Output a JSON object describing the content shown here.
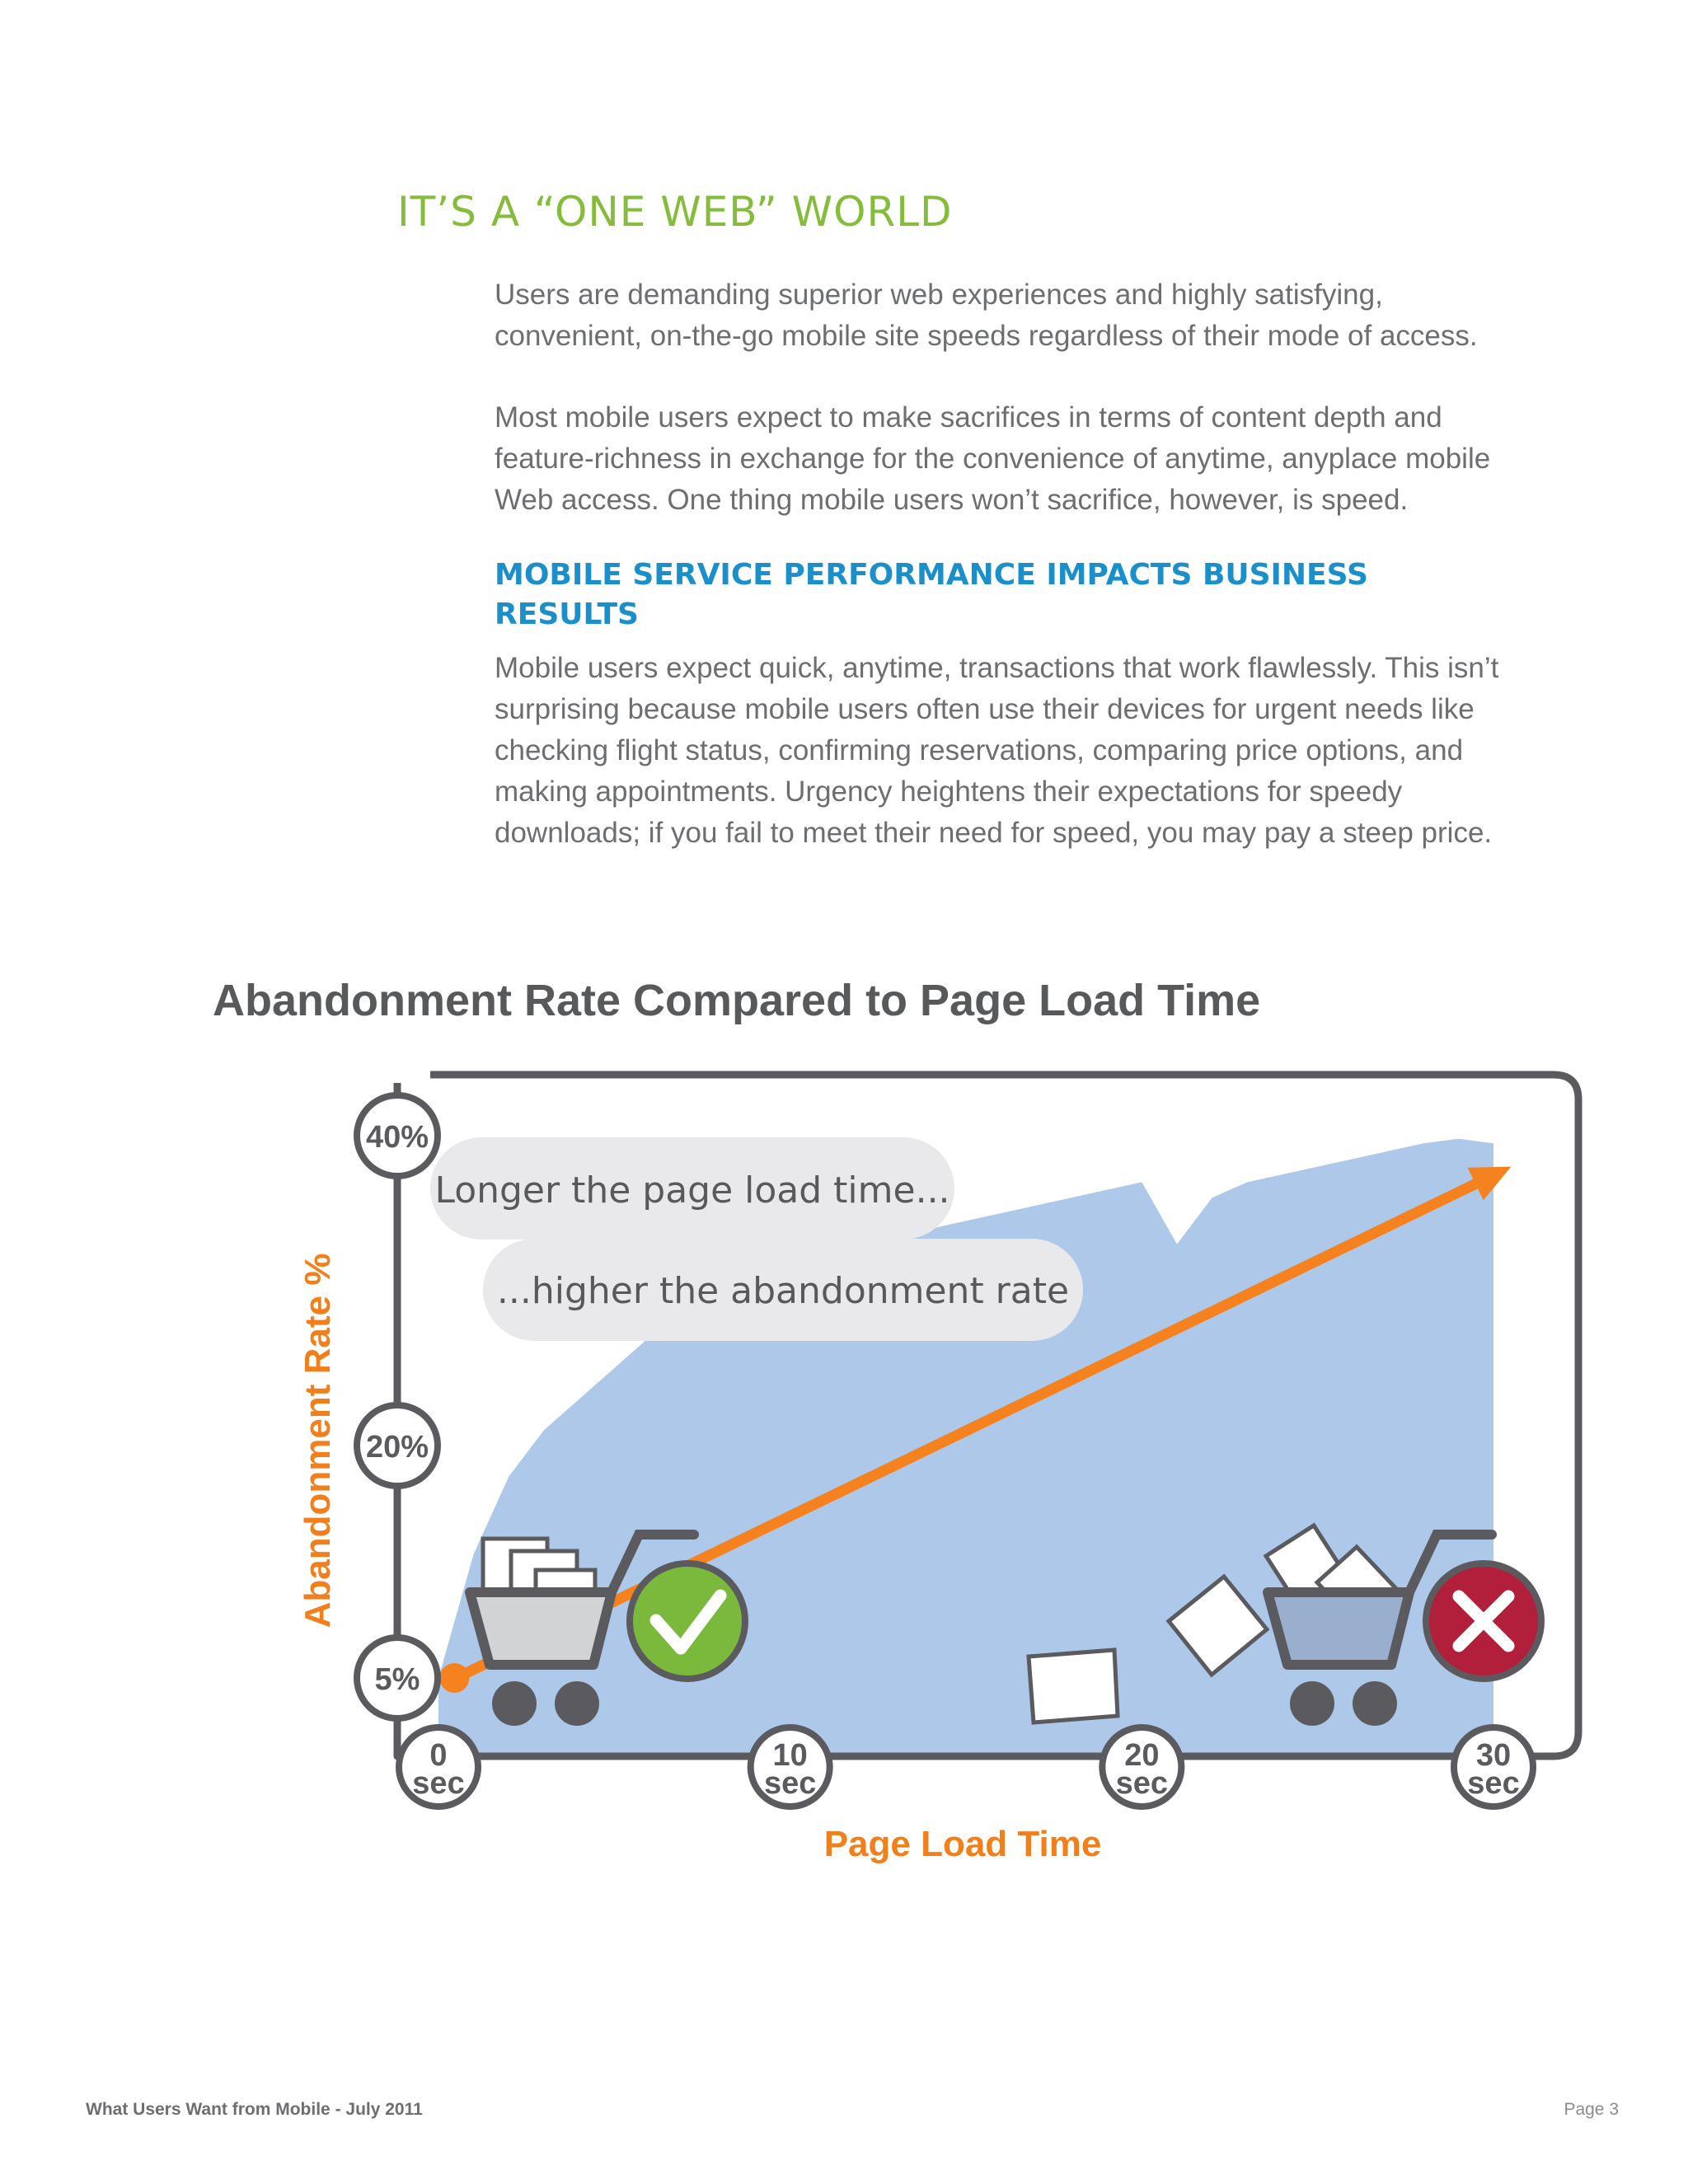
{
  "section": {
    "title": "IT’S A “ONE WEB” WORLD",
    "paragraphs": [
      "Users are demanding superior web experiences and highly satisfying, convenient, on-the-go mobile site speeds regardless of their mode of access.",
      "Most mobile users expect to make sacrifices in terms of content depth and feature-richness in exchange for the convenience of anytime, anyplace mobile Web access.  One thing mobile users won’t sacrifice, however, is speed."
    ],
    "subheading": "MOBILE SERVICE PERFORMANCE IMPACTS BUSINESS RESULTS",
    "subparagraph": "Mobile users expect quick, anytime, transactions that work flawlessly. This isn’t surprising because mobile users often use their devices for urgent needs like checking flight status, confirming reservations, comparing price options, and making appointments. Urgency heightens their expectations for speedy downloads; if you fail to meet their need for speed, you may pay a steep price."
  },
  "chart_data": {
    "type": "area",
    "title": "Abandonment Rate Compared to Page Load Time",
    "xlabel": "Page Load Time",
    "ylabel": "Abandonment Rate %",
    "x_ticks": [
      {
        "value": 0,
        "num": "0",
        "unit": "sec"
      },
      {
        "value": 10,
        "num": "10",
        "unit": "sec"
      },
      {
        "value": 20,
        "num": "20",
        "unit": "sec"
      },
      {
        "value": 30,
        "num": "30",
        "unit": "sec"
      }
    ],
    "y_ticks": [
      {
        "value": 5,
        "label": "5%"
      },
      {
        "value": 20,
        "label": "20%"
      },
      {
        "value": 40,
        "label": "40%"
      }
    ],
    "xlim": [
      0,
      30
    ],
    "ylim": [
      0,
      40
    ],
    "area": {
      "x": [
        0,
        1,
        2,
        3,
        4,
        5,
        6,
        7,
        8,
        9,
        10,
        11,
        12,
        13,
        14,
        15,
        16,
        17,
        18,
        19,
        20,
        21,
        22,
        23,
        24,
        25,
        26,
        27,
        28,
        29,
        30
      ],
      "y": [
        5,
        13,
        18,
        21,
        23,
        25,
        27,
        29,
        30,
        31.5,
        32,
        32.5,
        33,
        33.5,
        34,
        34.5,
        35,
        35.5,
        36,
        36.5,
        37,
        33,
        36,
        37,
        37.5,
        38,
        38.5,
        39,
        39.5,
        39.8,
        39.5
      ]
    },
    "trend_line": {
      "x": [
        0.5,
        30.5
      ],
      "y": [
        5,
        38
      ]
    },
    "callouts": [
      "Longer the page load time...",
      "...higher the abandonment rate"
    ],
    "colors": {
      "area": "#adc8e9",
      "trend": "#f5821f",
      "frame": "#5b5b5f",
      "axis_label": "#f07f1c",
      "check": "#7bb93d",
      "cross": "#b21f3b"
    },
    "icons": [
      "full-cart-icon",
      "check-icon",
      "abandoned-cart-icon",
      "cross-icon"
    ]
  },
  "footer": {
    "left": "What Users Want from Mobile - July 2011",
    "right": "Page 3"
  }
}
